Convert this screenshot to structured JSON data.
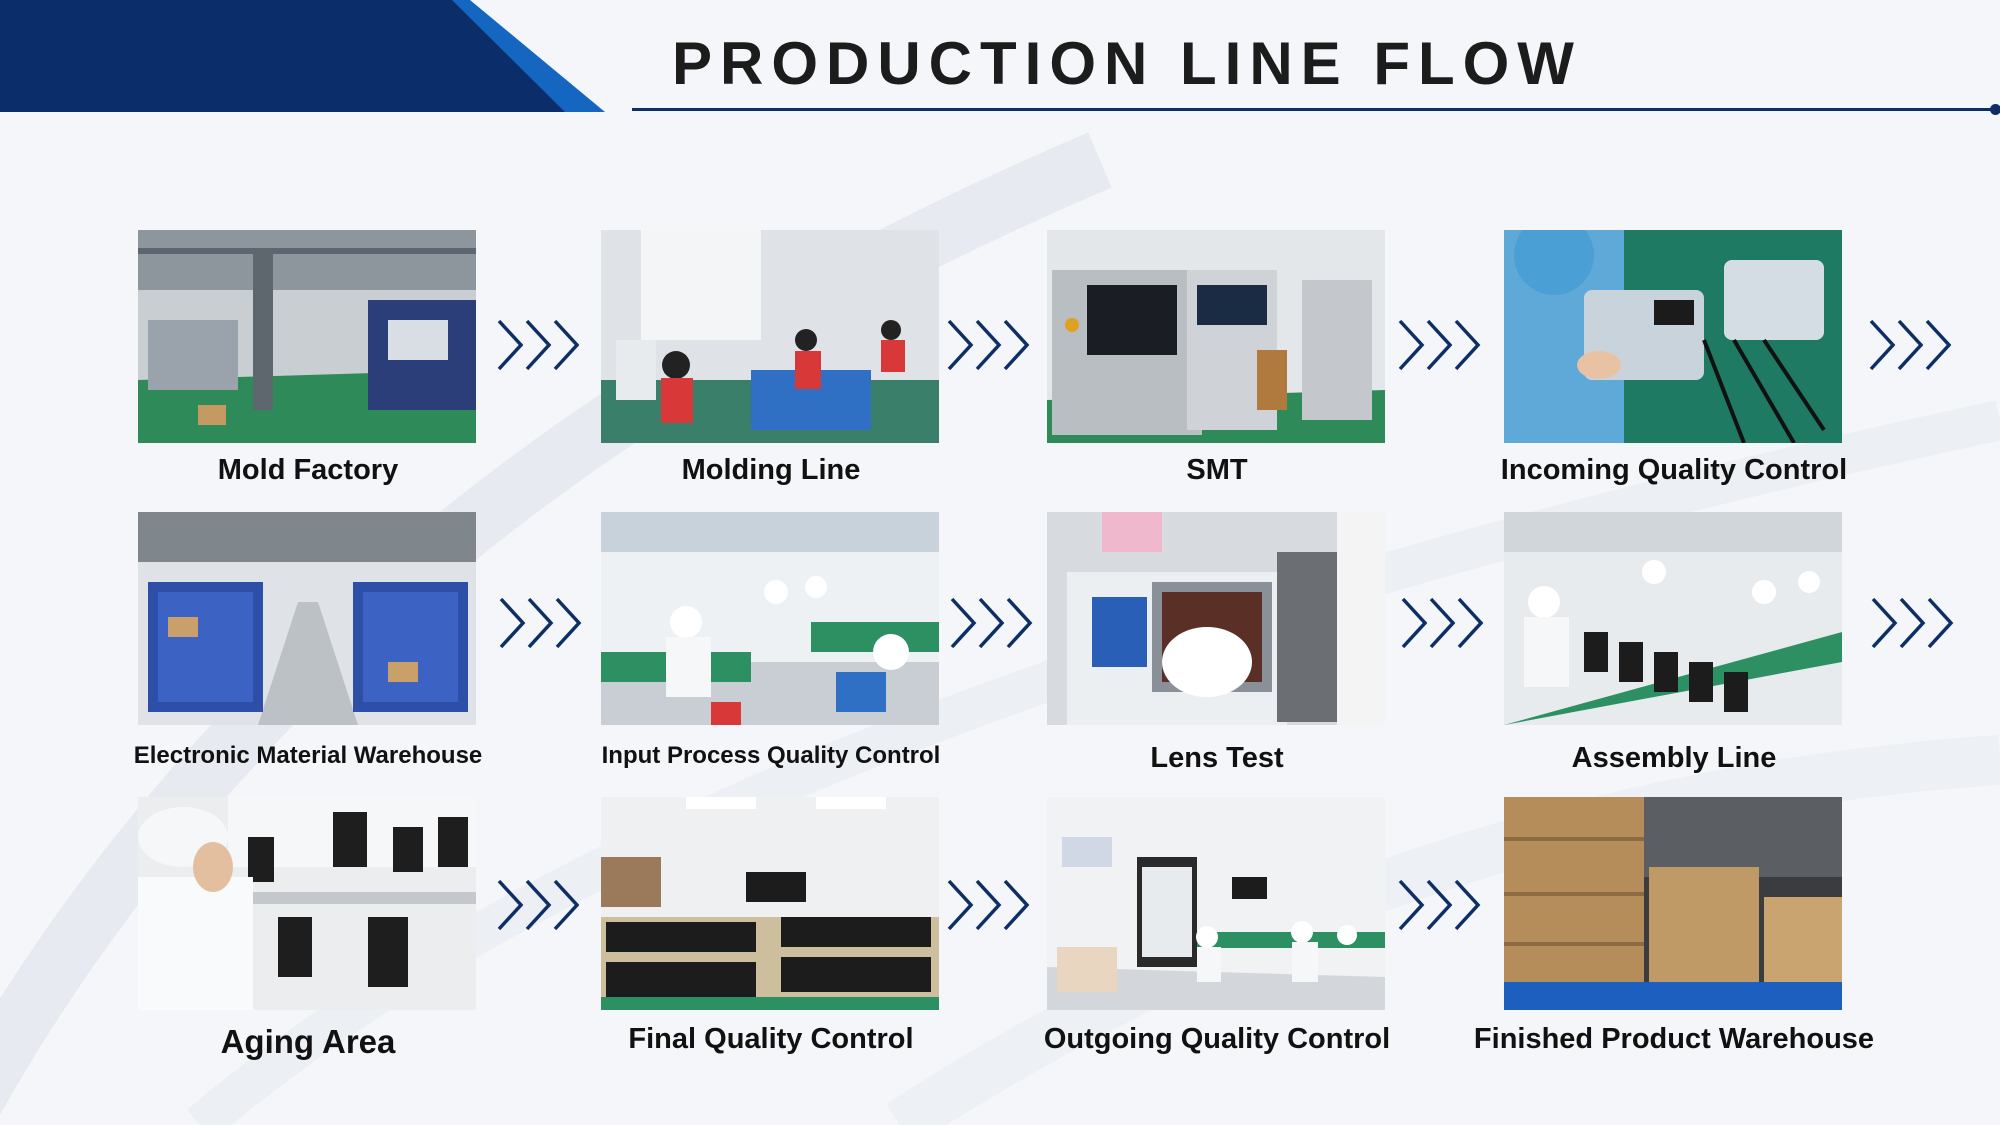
{
  "title": "PRODUCTION LINE FLOW",
  "colors": {
    "navy": "#0d2f66",
    "banner_dark": "#0b2e6b",
    "banner_light": "#1466c0",
    "background": "#f4f6f9",
    "text": "#111111"
  },
  "steps": [
    {
      "label": "Mold Factory",
      "icon": "factory-floor-photo"
    },
    {
      "label": "Molding Line",
      "icon": "molding-workers-photo"
    },
    {
      "label": "SMT",
      "icon": "smt-machine-photo"
    },
    {
      "label": "Incoming Quality Control",
      "icon": "inspection-hands-photo"
    },
    {
      "label": "Electronic Material Warehouse",
      "icon": "warehouse-shelves-photo"
    },
    {
      "label": "Input Process Quality Control",
      "icon": "assembly-workers-photo"
    },
    {
      "label": "Lens Test",
      "icon": "test-chamber-photo"
    },
    {
      "label": "Assembly Line",
      "icon": "camera-assembly-photo"
    },
    {
      "label": "Aging Area",
      "icon": "aging-rack-photo"
    },
    {
      "label": "Final Quality Control",
      "icon": "camera-shelves-photo"
    },
    {
      "label": "Outgoing Quality Control",
      "icon": "qc-office-photo"
    },
    {
      "label": "Finished Product Warehouse",
      "icon": "boxes-pallets-photo"
    }
  ],
  "arrow_icon": "triple-chevron-right-icon"
}
